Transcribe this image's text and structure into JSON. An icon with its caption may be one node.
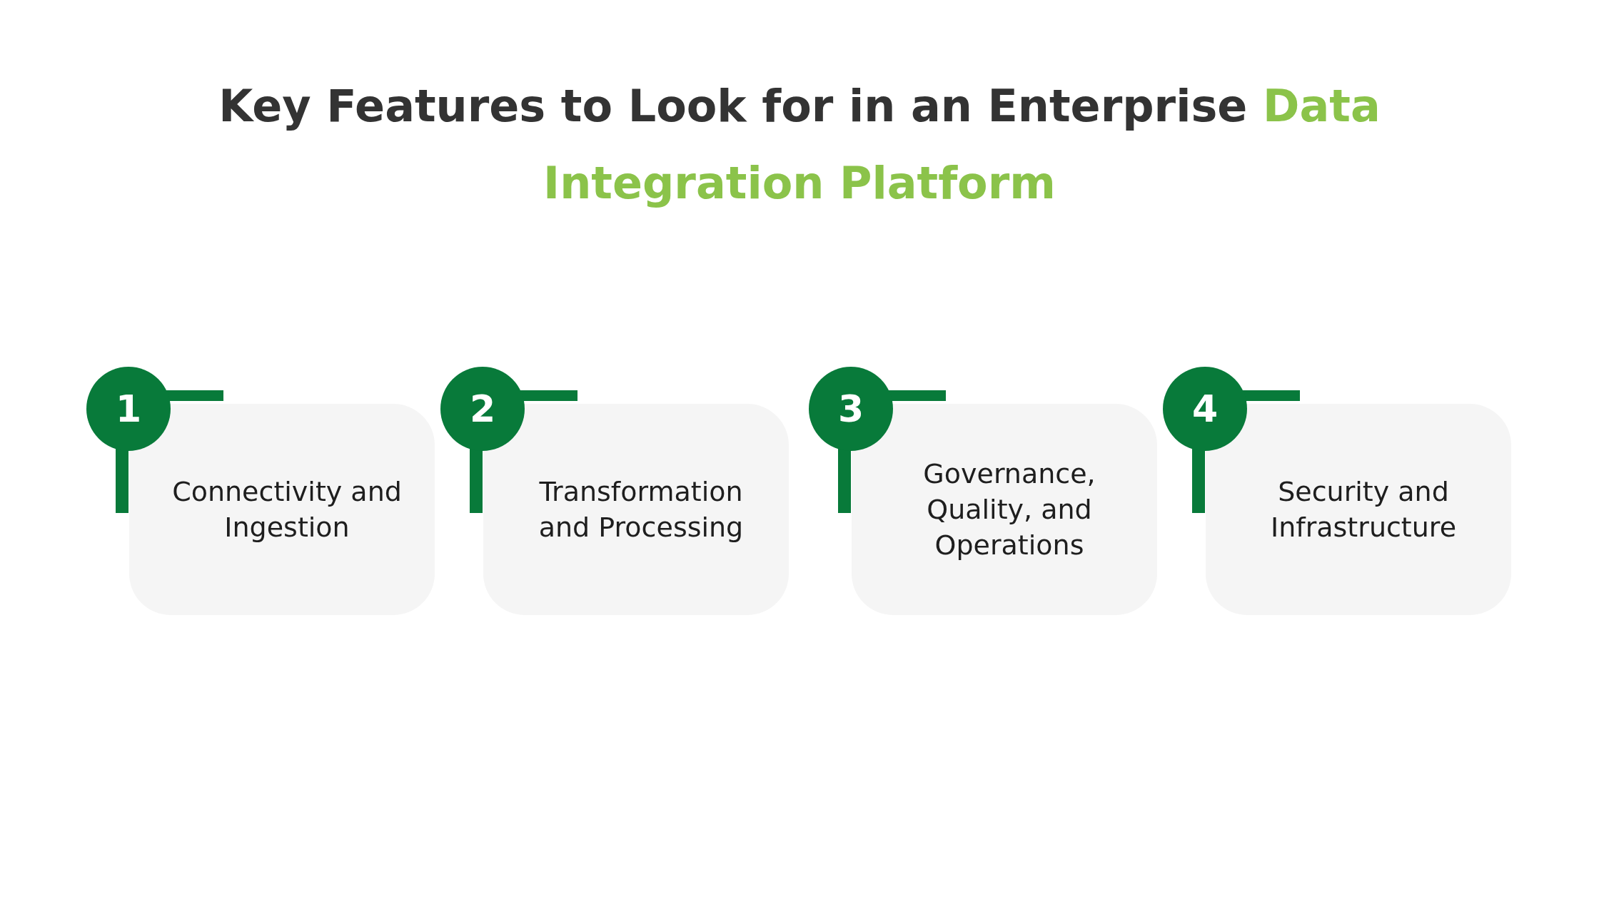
{
  "diagram": {
    "title": "Key Features to Look for in an Enterprise **Data Integration Platform**",
    "nodes": [
      {
        "text": [
          "1"
        ]
      },
      {
        "text": [
          "Connectivity and Ingestion"
        ]
      },
      {
        "text": [
          "2"
        ]
      },
      {
        "text": [
          "Transformation and Processing"
        ]
      },
      {
        "text": [
          "3"
        ]
      },
      {
        "text": [
          "Governance, Quality, and Operations"
        ]
      },
      {
        "text": [
          "4"
        ]
      },
      {
        "text": [
          "Security and Infrastructure"
        ]
      }
    ]
  }
}
